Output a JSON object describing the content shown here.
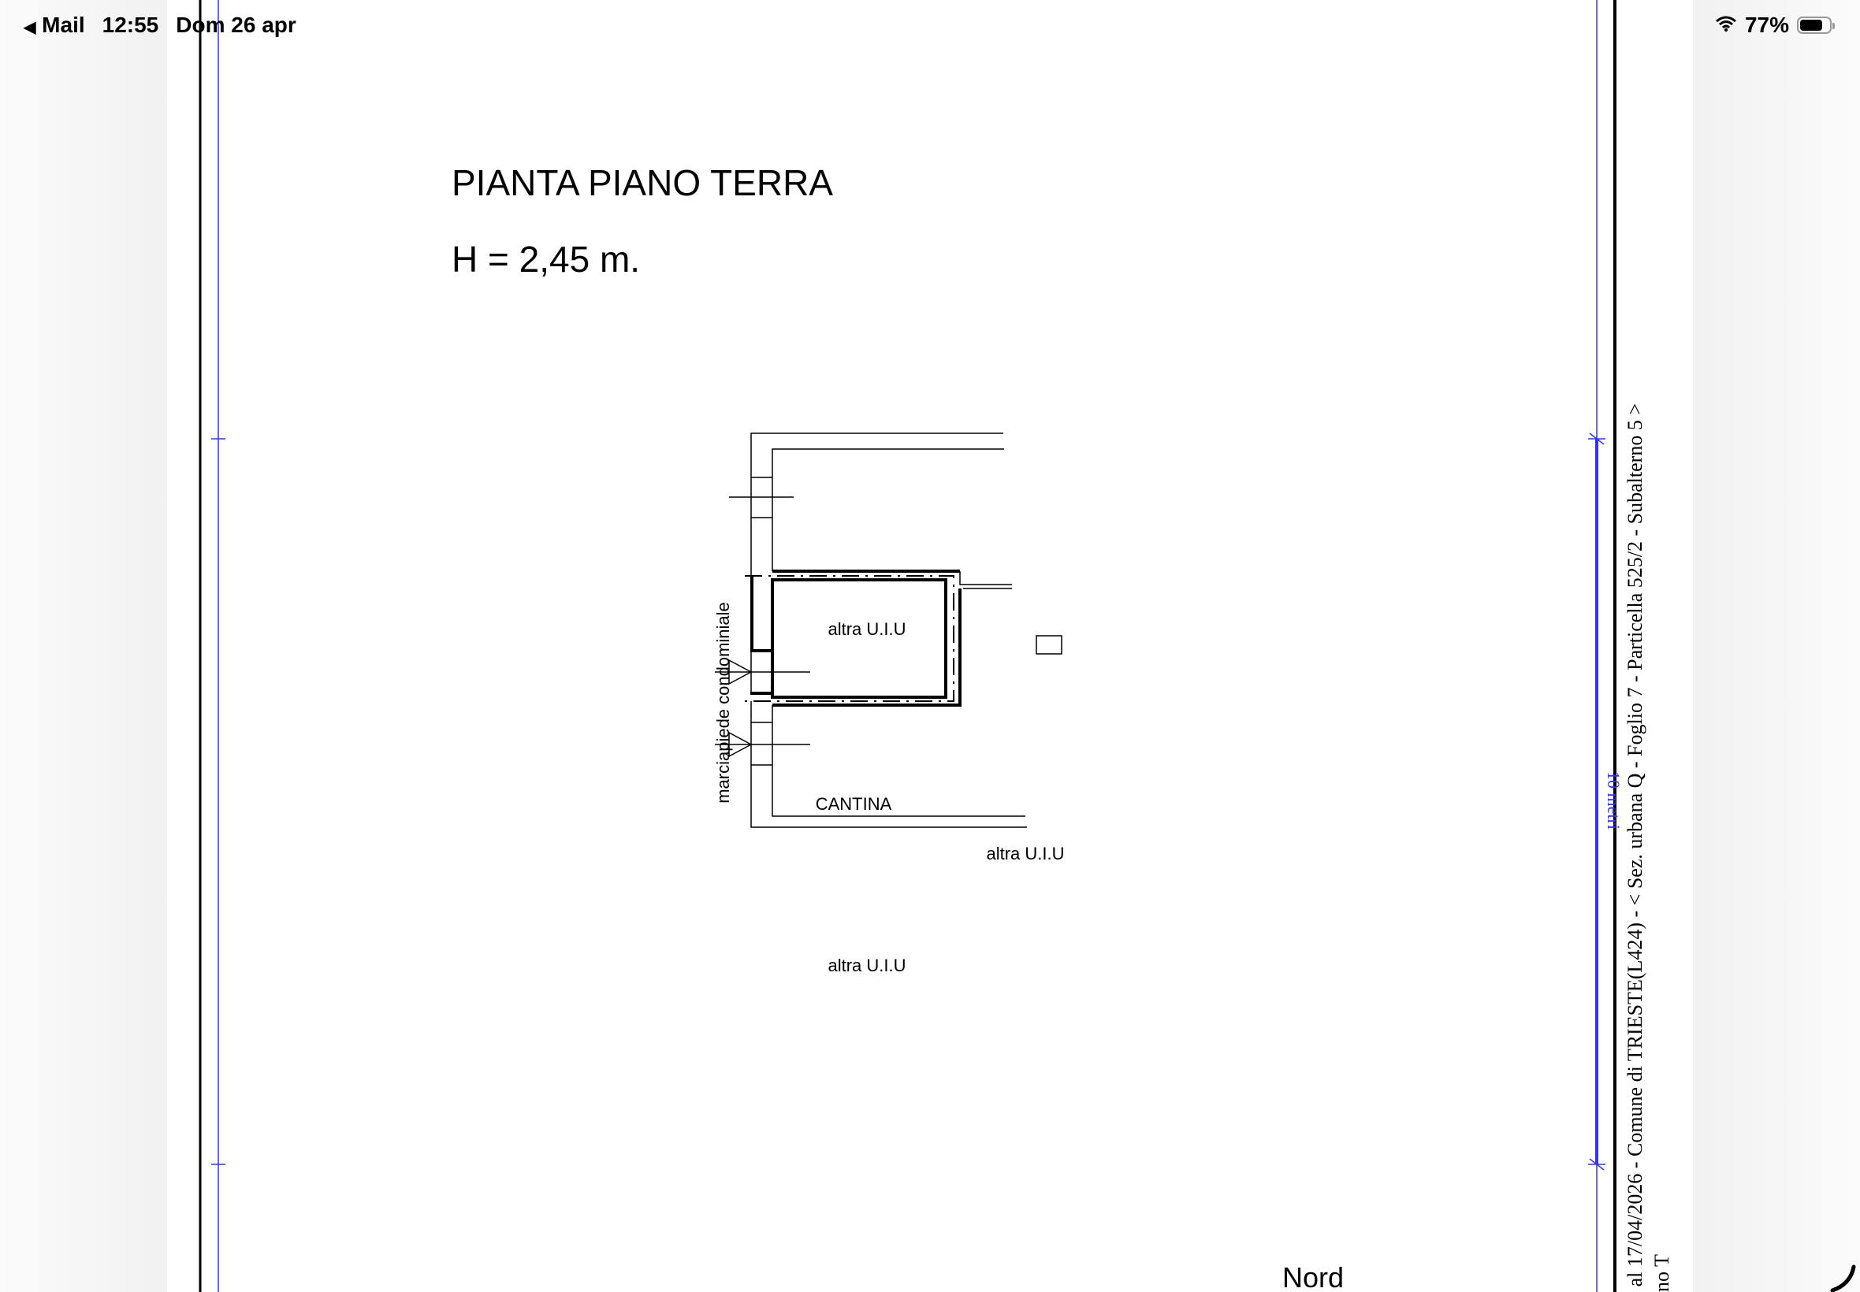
{
  "status_bar": {
    "back_app": "Mail",
    "time": "12:55",
    "date": "Dom 26 apr",
    "battery_percent": "77%",
    "battery_level": 0.77
  },
  "document": {
    "title": "PIANTA PIANO TERRA",
    "height_label": "H = 2,45 m.",
    "plan": {
      "room_label": "CANTINA",
      "other_unit_top": "altra U.I.U",
      "other_unit_right": "altra U.I.U",
      "other_unit_bottom": "altra U.I.U",
      "sidewalk_label": "marciapiede condominiale"
    },
    "north_label": "Nord",
    "scale_label": "10 metri",
    "side_caption": "al 17/04/2026 - Comune di TRIESTE(L424) - < Sez. urbana Q -  Foglio 7 - Particella  525/2 - Subalterno 5 >",
    "side_caption_2": "no T"
  },
  "colors": {
    "guide_blue": "#3333ff",
    "ink": "#000000"
  }
}
